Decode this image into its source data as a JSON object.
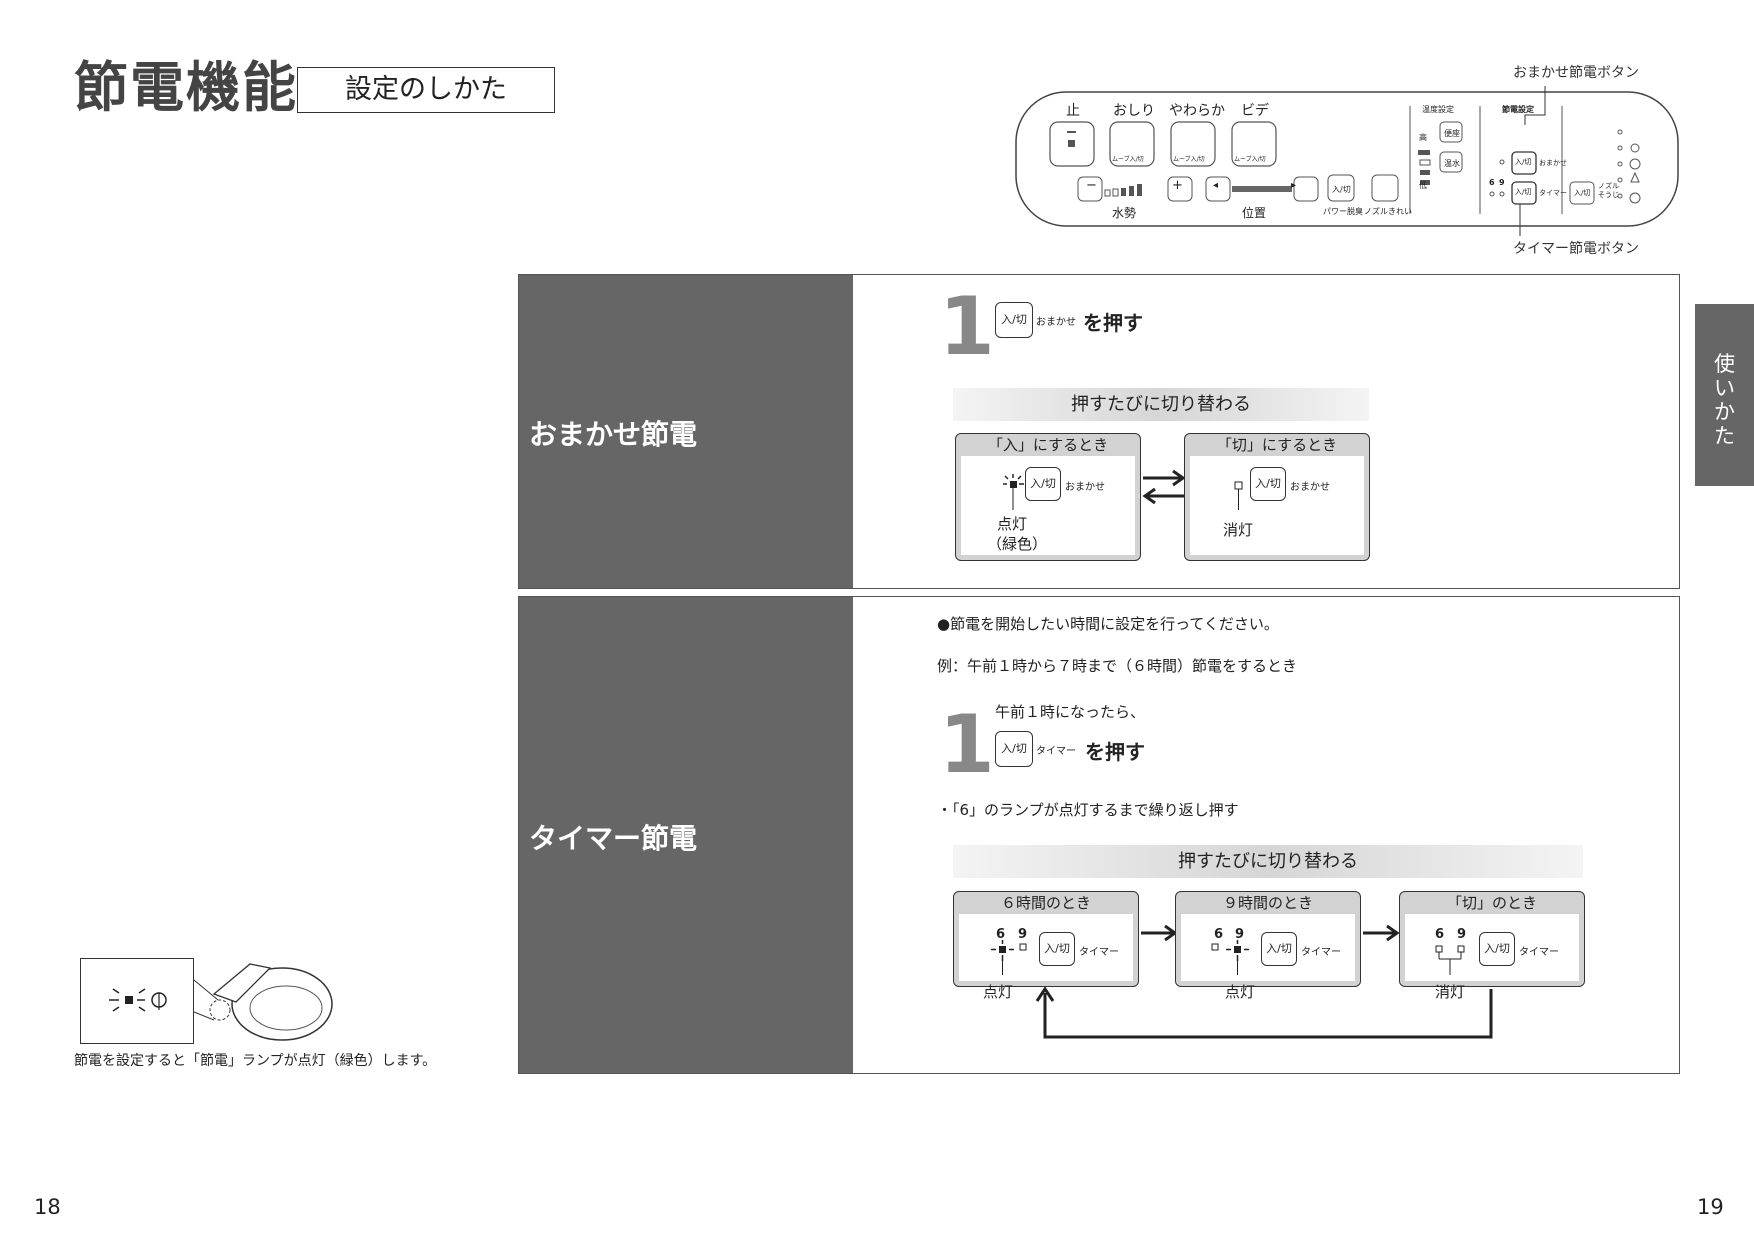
{
  "header": {
    "title": "節電機能",
    "subtitle": "設定のしかた"
  },
  "panel": {
    "callout_top": "おまかせ節電ボタン",
    "callout_bottom": "タイマー節電ボタン",
    "labels": {
      "stop": "止",
      "oshiri": "おしり",
      "yawaraka": "やわらか",
      "bide": "ビデ",
      "move": "ムーブ入/切",
      "minus": "−",
      "plus": "+",
      "water": "水勢",
      "left": "◂",
      "right": "▸",
      "position": "位置",
      "power_btn": "入/切",
      "power_label": "パワー脱臭",
      "nozzle_label": "ノズルきれい",
      "temp_title": "温度設定",
      "high": "高",
      "low": "低",
      "seat": "便座",
      "warm_water": "温水",
      "eco_title": "節電設定",
      "omakase_short": "おまかせ",
      "timer": "タイマー",
      "n6": "6",
      "n9": "9",
      "nozzle_clean": "ノズル そうじ"
    }
  },
  "side_tab": [
    "使",
    "い",
    "か",
    "た"
  ],
  "section1": {
    "label": "おまかせ節電",
    "step": "1",
    "key_label": "入/切",
    "key_sub": "おまかせ",
    "action": "を押す",
    "toggle_band": "押すたびに切り替わる",
    "on_title": "「入」にするとき",
    "off_title": "「切」にするとき",
    "lit": "点灯",
    "lit_color": "（緑色）",
    "unlit": "消灯"
  },
  "section2": {
    "label": "タイマー節電",
    "note": "●節電を開始したい時間に設定を行ってください。",
    "example": "例：午前１時から７時まで（６時間）節電をするとき",
    "step": "1",
    "step_pre": "午前１時になったら、",
    "key_label": "入/切",
    "key_sub": "タイマー",
    "action": "を押す",
    "repeat_note": "・「6」のランプが点灯するまで繰り返し押す",
    "toggle_band": "押すたびに切り替わる",
    "state6": "６時間のとき",
    "state9": "９時間のとき",
    "state_off": "「切」のとき",
    "six": "6",
    "nine": "9",
    "lit": "点灯",
    "unlit": "消灯"
  },
  "lamp_note": "節電を設定すると「節電」ランプが点灯（緑色）します。",
  "page_left": "18",
  "page_right": "19"
}
